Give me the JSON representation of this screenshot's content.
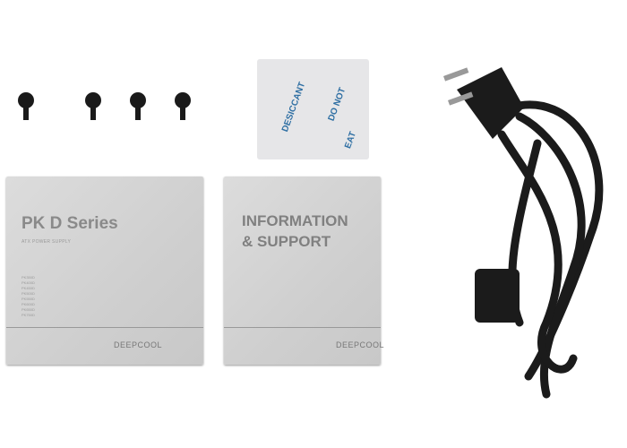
{
  "manual_1": {
    "title": "PK D Series",
    "subtitle": "ATX POWER SUPPLY",
    "models": [
      "PK350D",
      "PK400D",
      "PK450D",
      "PK500D",
      "PK550D",
      "PK600D",
      "PK650D",
      "PK750D"
    ],
    "brand": "DEEPCOOL"
  },
  "manual_2": {
    "title_line1": "INFORMATION",
    "title_line2": "& SUPPORT",
    "brand": "DEEPCOOL"
  },
  "desiccant": {
    "text1": "DESICCANT",
    "text2": "DO NOT",
    "text3": "EAT"
  }
}
